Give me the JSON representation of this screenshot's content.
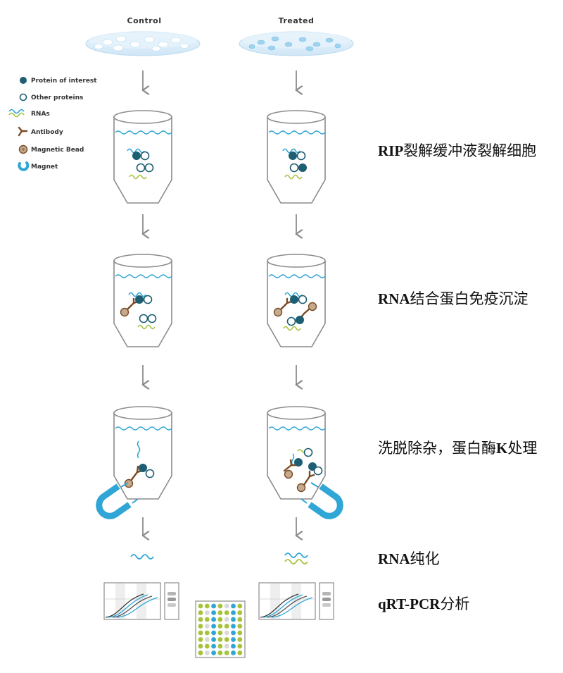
{
  "columns": {
    "control": "Control",
    "treated": "Treated"
  },
  "legend": [
    {
      "icon": "protein-of-interest-icon",
      "label": "Protein of interest"
    },
    {
      "icon": "other-proteins-icon",
      "label": "Other proteins"
    },
    {
      "icon": "rnas-icon",
      "label": "RNAs"
    },
    {
      "icon": "antibody-icon",
      "label": "Antibody"
    },
    {
      "icon": "magnetic-bead-icon",
      "label": "Magnetic Bead"
    },
    {
      "icon": "magnet-icon",
      "label": "Magnet"
    }
  ],
  "steps": [
    {
      "bold": "RIP",
      "rest": "裂解缓冲液裂解细胞"
    },
    {
      "bold": "RNA",
      "rest": "结合蛋白免疫沉淀"
    },
    {
      "pre": "洗脱除杂，蛋白酶",
      "bold": "K",
      "rest": "处理"
    },
    {
      "bold": "RNA",
      "rest": "纯化"
    },
    {
      "bold": "qRT-PCR",
      "rest": "分析"
    }
  ],
  "colors": {
    "protein": "#1d5e73",
    "blue": "#2fa6d6",
    "green": "#a6c33a",
    "antibody": "#7a4a24",
    "bead": "#c5ab8e",
    "grey": "#8c8c8c"
  }
}
